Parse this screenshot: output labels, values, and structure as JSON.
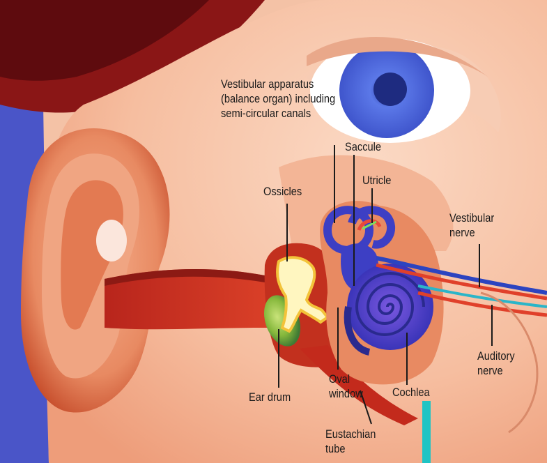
{
  "colors": {
    "background_blue": "#4a55c8",
    "skin": "#f3b08f",
    "skin_dark": "#d9603a",
    "inner_ear_blue": "#3d3fc4",
    "eye_iris": "#5b78e8",
    "accent_bar": "#1fc4c4"
  },
  "labels": {
    "vestibular_apparatus": [
      "Vestibular apparatus",
      "(balance organ) including",
      "semi-circular canals"
    ],
    "saccule": "Saccule",
    "utricle": "Utricle",
    "ossicles": "Ossicles",
    "vestibular_nerve": [
      "Vestibular",
      "nerve"
    ],
    "auditory_nerve": [
      "Auditory",
      "nerve"
    ],
    "ear_drum": "Ear drum",
    "oval_window": [
      "Oval",
      "window"
    ],
    "cochlea": "Cochlea",
    "eustachian_tube": [
      "Eustachian",
      "tube"
    ]
  }
}
